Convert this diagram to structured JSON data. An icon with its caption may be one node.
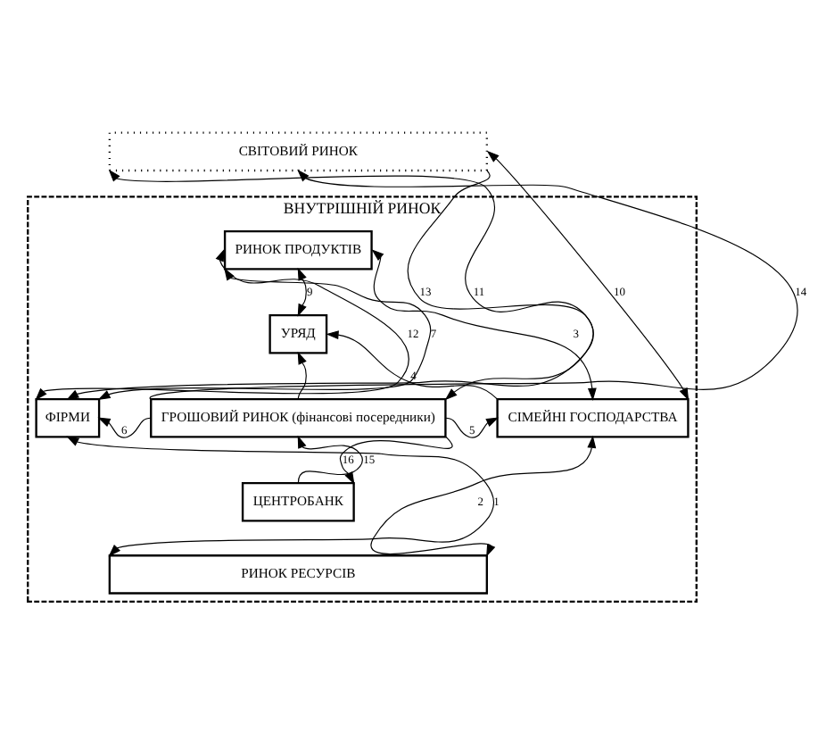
{
  "diagram": {
    "nodes": [
      {
        "text": [
          "СВІТОВИЙ РИНОК"
        ]
      },
      {
        "text": [
          "ВНУТРІШНІЙ РИНОК"
        ]
      },
      {
        "text": [
          "РИНОК ПРОДУКТІВ"
        ],
        "in": 1
      },
      {
        "text": [
          "УРЯД"
        ],
        "in": 1
      },
      {
        "text": [
          "ГРОШОВИЙ РИНОК (фінансові посередники)"
        ],
        "in": 1
      },
      {
        "text": [
          "ФІРМИ"
        ],
        "in": 1
      },
      {
        "text": [
          "СІМЕЙНІ ГОСПОДАРСТВА"
        ],
        "in": 1
      },
      {
        "text": [
          "ЦЕНТРОБАНК"
        ],
        "in": 1
      },
      {
        "text": [
          "РИНОК РЕСУРСІВ"
        ],
        "in": 1
      }
    ],
    "edges": [
      {
        "from": 0,
        "to": 5,
        "arrow": "both",
        "label": "11"
      },
      {
        "from": 4,
        "to": 0,
        "arrow": "to",
        "label": "14"
      },
      {
        "from": 2,
        "to": 5,
        "arrow": "both",
        "label": "12"
      },
      {
        "from": 2,
        "to": 5,
        "arrow": "both",
        "label": "7"
      },
      {
        "from": 2,
        "to": 3,
        "arrow": "both",
        "label": "9"
      },
      {
        "from": 4,
        "to": 3,
        "arrow": "to"
      },
      {
        "from": 6,
        "to": 3,
        "arrow": "to",
        "label": "4"
      },
      {
        "from": 2,
        "to": 6,
        "arrow": "both",
        "label": "3"
      },
      {
        "from": 0,
        "to": 4,
        "arrow": "to",
        "label": "13"
      },
      {
        "from": 0,
        "to": 6,
        "arrow": "both",
        "label": "10"
      },
      {
        "from": 4,
        "to": 5,
        "arrow": "to",
        "label": "6"
      },
      {
        "from": 4,
        "to": 6,
        "arrow": "to",
        "label": "5"
      },
      {
        "from": 7,
        "to": 4,
        "arrow": "to",
        "label": "15"
      },
      {
        "from": 4,
        "to": 7,
        "arrow": "to",
        "label": "16"
      },
      {
        "from": 5,
        "to": 8,
        "arrow": "both",
        "label": "1"
      },
      {
        "from": 6,
        "to": 8,
        "arrow": "both",
        "label": "2"
      }
    ]
  }
}
